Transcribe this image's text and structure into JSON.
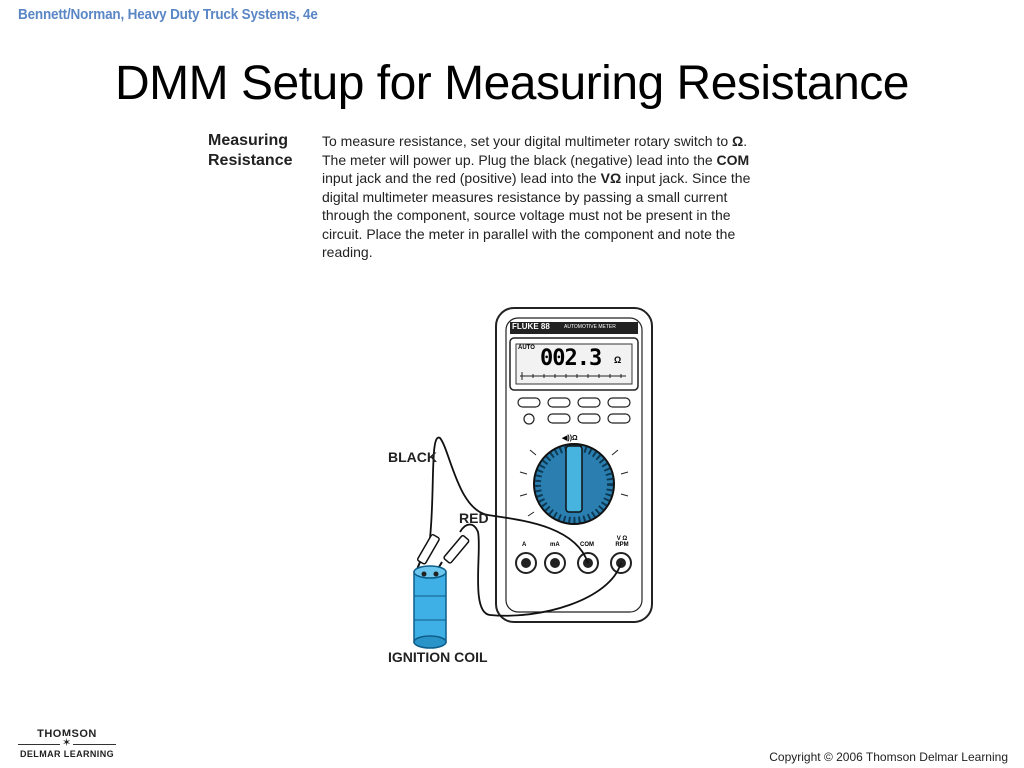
{
  "header": {
    "book_title": "Bennett/Norman, Heavy Duty Truck Systems, 4e",
    "slide_title": "DMM Setup for Measuring Resistance"
  },
  "content": {
    "section_label": "Measuring Resistance",
    "p1": "To measure resistance, set your digital multimeter rotary switch to ",
    "ohm_symbol": "Ω",
    "p2": ". The meter will power up. Plug the black (negative) lead into the ",
    "com": "COM",
    "p3": " input jack and the red (positive) lead into the ",
    "vohm": "VΩ",
    "p4": " input jack.  Since the digital multimeter measures resistance by passing a small current through the component, source voltage must not be present in the circuit. Place the meter in parallel with the component and note the reading."
  },
  "diagram": {
    "meter_brand": "FLUKE 88",
    "meter_subtitle": "AUTOMOTIVE METER",
    "display_mode": "AUTO",
    "display_reading": "002.3",
    "display_unit": "Ω",
    "label_black": "BLACK",
    "label_red": "RED",
    "label_coil": "IGNITION COIL",
    "dial_top": "◀))Ω",
    "jack_labels": [
      "A",
      "mA",
      "COM",
      "V Ω RPM"
    ],
    "colors": {
      "coil_blue": "#3fb0e6",
      "dial_blue": "#47b4e0"
    }
  },
  "footer": {
    "logo_line1": "THOMSON",
    "logo_line2": "DELMAR LEARNING",
    "copyright": "Copyright © 2006 Thomson Delmar Learning"
  }
}
